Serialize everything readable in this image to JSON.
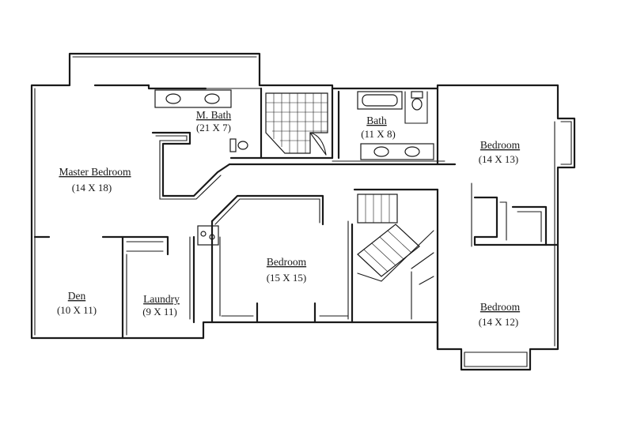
{
  "rooms": [
    {
      "id": "master-bedroom",
      "name": "Master Bedroom",
      "dims": "(14 X 18)"
    },
    {
      "id": "m-bath",
      "name": "M. Bath",
      "dims": "(21 X 7)"
    },
    {
      "id": "bath",
      "name": "Bath",
      "dims": "(11 X 8)"
    },
    {
      "id": "bedroom-ne",
      "name": "Bedroom",
      "dims": "(14 X 13)"
    },
    {
      "id": "bedroom-center",
      "name": "Bedroom",
      "dims": "(15 X 15)"
    },
    {
      "id": "den",
      "name": "Den",
      "dims": "(10 X 11)"
    },
    {
      "id": "laundry",
      "name": "Laundry",
      "dims": "(9 X 11)"
    },
    {
      "id": "bedroom-se",
      "name": "Bedroom",
      "dims": "(14 X 12)"
    }
  ]
}
